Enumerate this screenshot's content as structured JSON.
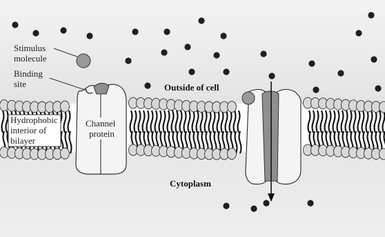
{
  "labels": {
    "stimulus_line1": "Stimulus",
    "stimulus_line2": "molecule",
    "binding_line1": "Binding",
    "binding_line2": "site",
    "hydro_line1": "Hydrophobic",
    "hydro_line2": "interior of",
    "hydro_line3": "bilayer",
    "channel_line1": "Channel",
    "channel_line2": "protein",
    "outside": "Outside of cell",
    "cytoplasm": "Cytoplasm"
  },
  "colors": {
    "head_fill": "#d8d8d8",
    "protein_fill": "#f4f4f4",
    "protein_core": "#8f8f8f",
    "stimulus": "#9a9a9a",
    "ion": "#1f1f1f",
    "tail": "#151515"
  }
}
